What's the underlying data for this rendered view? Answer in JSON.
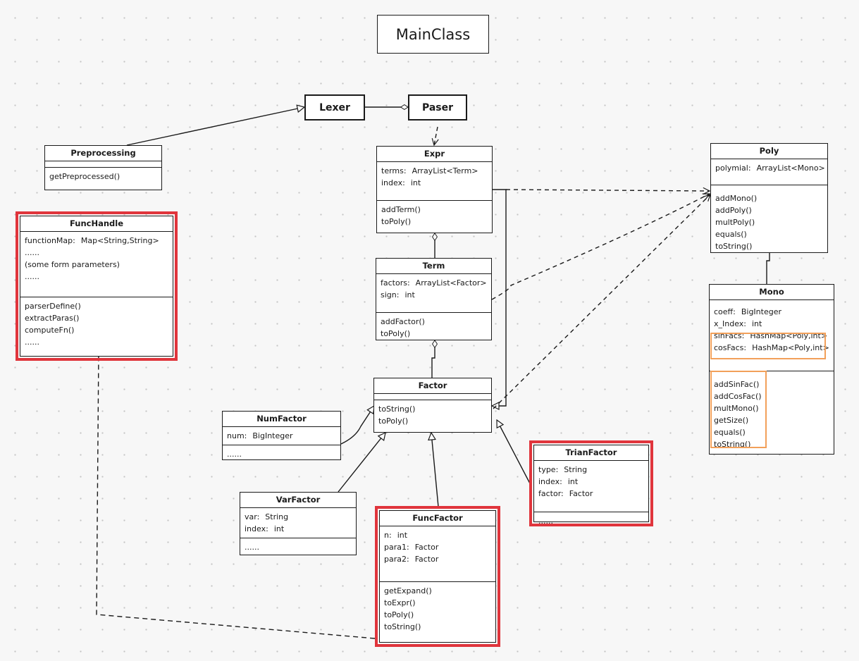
{
  "title": "MainClass",
  "lexer": "Lexer",
  "paser": "Paser",
  "preprocessing": {
    "name": "Preprocessing",
    "methods": [
      "getPreprocessed()"
    ]
  },
  "funcHandle": {
    "name": "FuncHandle",
    "attrs": [
      {
        "k": "functionMap:",
        "t": "Map<String,String>"
      },
      {
        "k": "......",
        "t": ""
      },
      {
        "k": "(some form parameters)",
        "t": ""
      },
      {
        "k": "......",
        "t": ""
      }
    ],
    "methods": [
      "parserDefine()",
      "extractParas()",
      "computeFn()",
      "......"
    ]
  },
  "expr": {
    "name": "Expr",
    "attrs": [
      {
        "k": "terms:",
        "t": "ArrayList<Term>"
      },
      {
        "k": "index:",
        "t": "int"
      }
    ],
    "methods": [
      "addTerm()",
      "toPoly()"
    ]
  },
  "term": {
    "name": "Term",
    "attrs": [
      {
        "k": "factors:",
        "t": "ArrayList<Factor>"
      },
      {
        "k": "sign:",
        "t": "int"
      }
    ],
    "methods": [
      "addFactor()",
      "toPoly()"
    ]
  },
  "factor": {
    "name": "Factor",
    "methods": [
      "toString()",
      "toPoly()"
    ]
  },
  "numFactor": {
    "name": "NumFactor",
    "attrs": [
      {
        "k": "num:",
        "t": "BigInteger"
      }
    ],
    "extra": "......"
  },
  "varFactor": {
    "name": "VarFactor",
    "attrs": [
      {
        "k": "var:",
        "t": "String"
      },
      {
        "k": "index:",
        "t": "int"
      }
    ],
    "extra": "......"
  },
  "funcFactor": {
    "name": "FuncFactor",
    "attrs": [
      {
        "k": "n:",
        "t": "int"
      },
      {
        "k": "para1:",
        "t": "Factor"
      },
      {
        "k": "para2:",
        "t": "Factor"
      }
    ],
    "methods": [
      "getExpand()",
      "toExpr()",
      "toPoly()",
      "toString()"
    ]
  },
  "trianFactor": {
    "name": "TrianFactor",
    "attrs": [
      {
        "k": "type:",
        "t": "String"
      },
      {
        "k": "index:",
        "t": "int"
      },
      {
        "k": "factor:",
        "t": "Factor"
      }
    ],
    "extra": "......"
  },
  "poly": {
    "name": "Poly",
    "attrs": [
      {
        "k": "polymial:",
        "t": "ArrayList<Mono>"
      }
    ],
    "methods": [
      "addMono()",
      "addPoly()",
      "multPoly()",
      "equals()",
      "toString()"
    ]
  },
  "mono": {
    "name": "Mono",
    "attrs": [
      {
        "k": "coeff:",
        "t": "BigInteger"
      },
      {
        "k": "x_Index:",
        "t": "int"
      },
      {
        "k": "sinFacs:",
        "t": "HashMap<Poly,int>"
      },
      {
        "k": "cosFacs:",
        "t": "HashMap<Poly,int>"
      }
    ],
    "methods": [
      "addSinFac()",
      "addCosFac()",
      "multMono()",
      "getSize()",
      "equals()",
      "toString()"
    ]
  },
  "colors": {
    "highlight_red": "#e0353c",
    "highlight_orange": "#f2a05a",
    "line": "#1a1a1a"
  }
}
